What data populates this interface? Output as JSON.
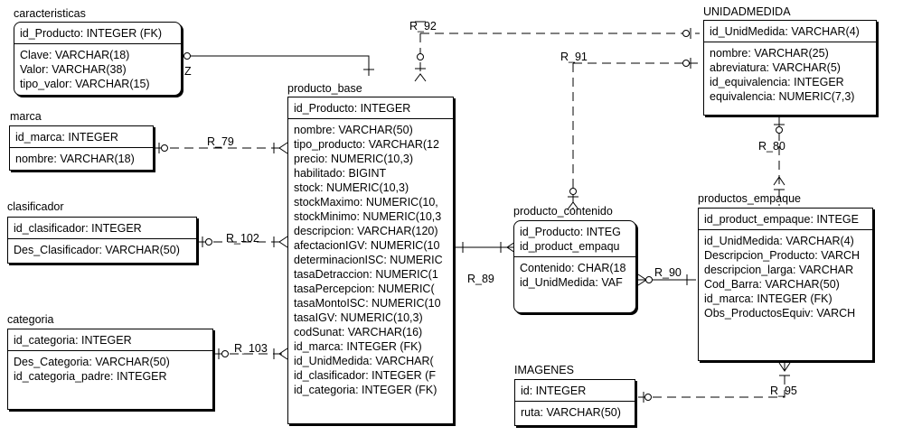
{
  "entities": {
    "caracteristicas": {
      "name": "caracteristicas",
      "pk": [
        "id_Producto: INTEGER (FK)"
      ],
      "attrs": [
        "Clave: VARCHAR(18)",
        "Valor: VARCHAR(38)",
        "tipo_valor: VARCHAR(15)"
      ]
    },
    "marca": {
      "name": "marca",
      "pk": [
        "id_marca: INTEGER"
      ],
      "attrs": [
        "nombre: VARCHAR(18)"
      ]
    },
    "clasificador": {
      "name": "clasificador",
      "pk": [
        "id_clasificador: INTEGER"
      ],
      "attrs": [
        "Des_Clasificador: VARCHAR(50)"
      ]
    },
    "categoria": {
      "name": "categoria",
      "pk": [
        "id_categoria: INTEGER"
      ],
      "attrs": [
        "Des_Categoria: VARCHAR(50)",
        "id_categoria_padre: INTEGER"
      ]
    },
    "producto_base": {
      "name": "producto_base",
      "pk": [
        "id_Producto: INTEGER"
      ],
      "attrs": [
        "nombre: VARCHAR(50)",
        "tipo_producto: VARCHAR(12",
        "precio: NUMERIC(10,3)",
        "habilitado: BIGINT",
        "stock: NUMERIC(10,3)",
        "stockMaximo: NUMERIC(10,",
        "stockMinimo: NUMERIC(10,3",
        "descripcion: VARCHAR(120)",
        "afectacionIGV: NUMERIC(10",
        "determinacionISC: NUMERIC",
        "tasaDetraccion: NUMERIC(1",
        "tasaPercepcion: NUMERIC(",
        "tasaMontoISC: NUMERIC(10",
        "tasaIGV: NUMERIC(10,3)",
        "codSunat: VARCHAR(16)",
        "id_marca: INTEGER (FK)",
        "id_UnidMedida: VARCHAR(",
        "id_clasificador: INTEGER (F",
        "id_categoria: INTEGER (FK)"
      ]
    },
    "producto_contenido": {
      "name": "producto_contenido",
      "pk": [
        "id_Producto: INTEG",
        "id_product_empaqu"
      ],
      "attrs": [
        "Contenido: CHAR(18",
        "id_UnidMedida: VAF"
      ]
    },
    "UNIDADMEDIDA": {
      "name": "UNIDADMEDIDA",
      "pk": [
        "id_UnidMedida: VARCHAR(4)"
      ],
      "attrs": [
        "nombre: VARCHAR(25)",
        "abreviatura: VARCHAR(5)",
        "id_equivalencia: INTEGER",
        "equivalencia: NUMERIC(7,3)"
      ]
    },
    "productos_empaque": {
      "name": "productos_empaque",
      "pk": [
        "id_product_empaque: INTEGE"
      ],
      "attrs": [
        "id_UnidMedida: VARCHAR(4)",
        "Descripcion_Producto: VARCH",
        "descripcion_larga: VARCHAR",
        "Cod_Barra: VARCHAR(50)",
        "id_marca: INTEGER (FK)",
        "Obs_ProductosEquiv: VARCH"
      ]
    },
    "IMAGENES": {
      "name": "IMAGENES",
      "pk": [
        "id: INTEGER"
      ],
      "attrs": [
        "ruta: VARCHAR(50)"
      ]
    }
  },
  "relationships": {
    "r92": "R_92",
    "r91": "R_91",
    "r79": "R_79",
    "r102": "R_102",
    "r103": "R_103",
    "r89": "R_89",
    "r90": "R_90",
    "r80": "R_80",
    "r95": "R_95"
  },
  "cardinality_marks": {
    "z": "Z"
  }
}
